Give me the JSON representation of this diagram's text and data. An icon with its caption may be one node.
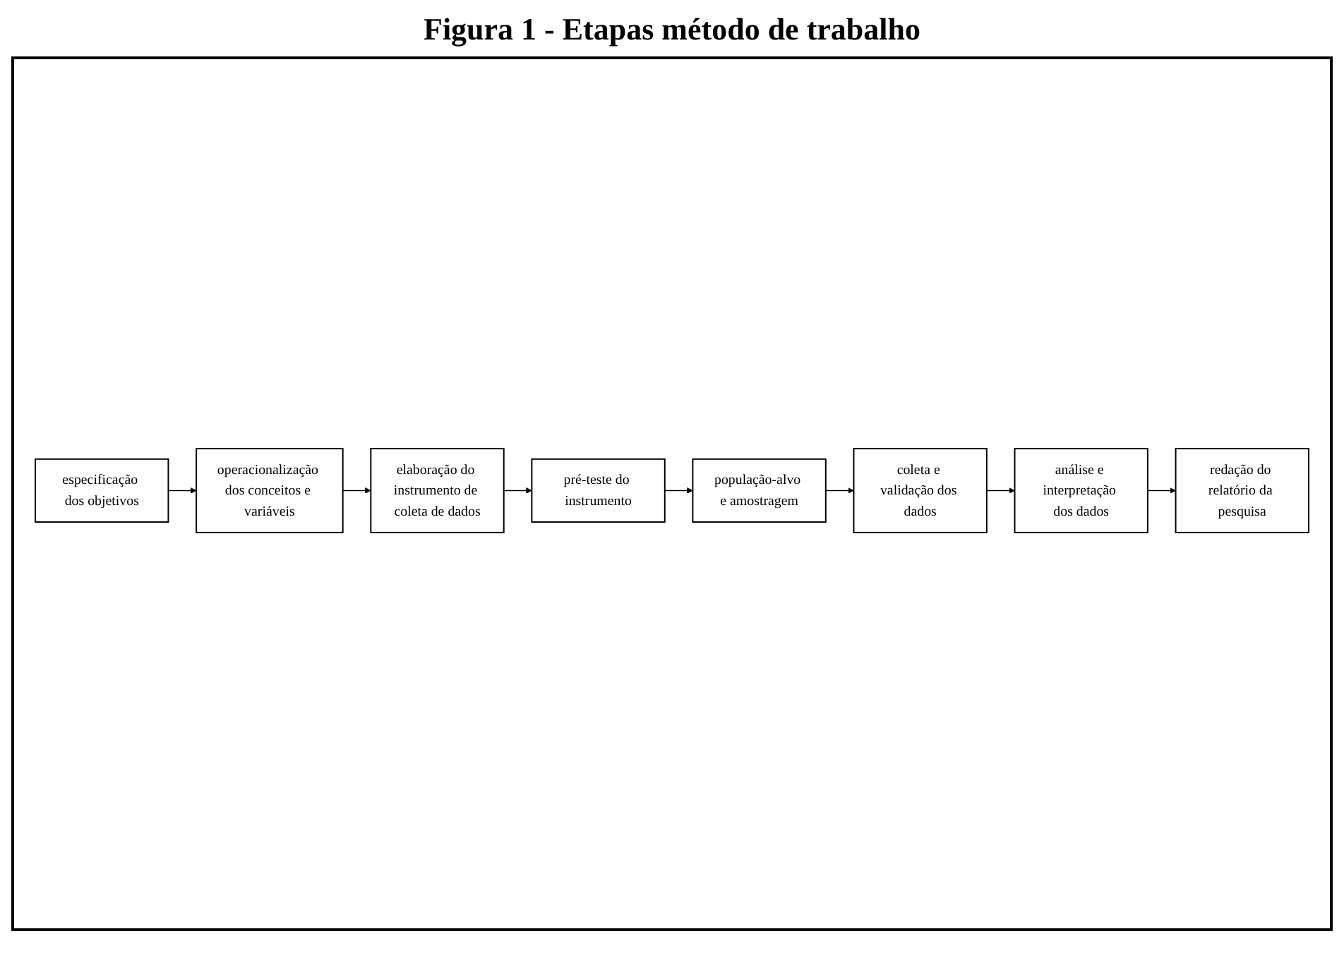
{
  "diagram": {
    "title": "Figura 1 - Etapas método de trabalho",
    "nodes": [
      {
        "text": [
          "especificação dos objetivos"
        ]
      },
      {
        "text": [
          "operacionalização dos conceitos e variáveis"
        ]
      },
      {
        "text": [
          "elaboração do instrumento de coleta de dados"
        ]
      },
      {
        "text": [
          "pré-teste do instrumento"
        ]
      },
      {
        "text": [
          "população-alvo e amostragem"
        ]
      },
      {
        "text": [
          "coleta e validação dos dados"
        ]
      },
      {
        "text": [
          "análise e interpretação dos dados"
        ]
      },
      {
        "text": [
          "redação do relatório da pesquisa"
        ]
      }
    ],
    "edges": [
      {
        "from": 0,
        "to": 1,
        "arrow": "to"
      },
      {
        "from": 1,
        "to": 2,
        "arrow": "to"
      },
      {
        "from": 2,
        "to": 3,
        "arrow": "to"
      },
      {
        "from": 3,
        "to": 4,
        "arrow": "to"
      },
      {
        "from": 4,
        "to": 5,
        "arrow": "to"
      },
      {
        "from": 5,
        "to": 6,
        "arrow": "to"
      },
      {
        "from": 6,
        "to": 7,
        "arrow": "to"
      }
    ]
  }
}
